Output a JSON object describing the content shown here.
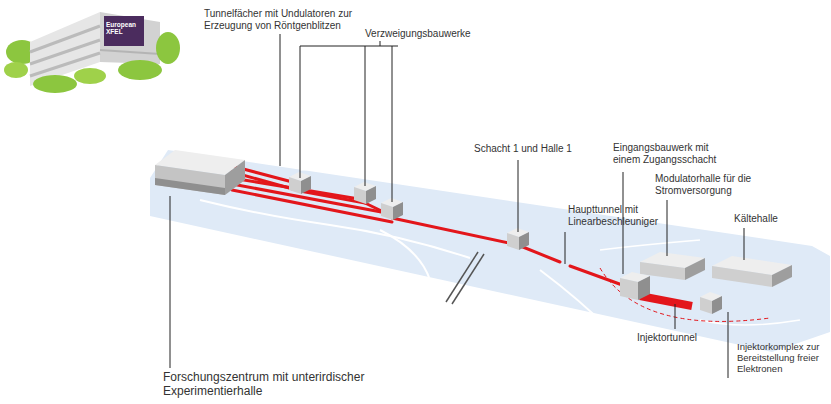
{
  "diagram": {
    "labels": [
      "European XFEL",
      "Tunnelfächer mit Undulatoren zur Erzeugung von Röntgenblitzen",
      "Verzweigungsbauwerke",
      "Schacht 1 und Halle 1",
      "Eingangsbauwerk mit einem Zugangsschacht",
      "Modulatorhalle für die Stromversorgung",
      "Kältehalle",
      "Haupttunnel mit Linearbeschleuniger",
      "Injektortunnel",
      "Forschungszentrum mit unterirdischer Experimentierhalle",
      "Injektorkomplex zur Bereitstellung freier Elektronen"
    ]
  }
}
